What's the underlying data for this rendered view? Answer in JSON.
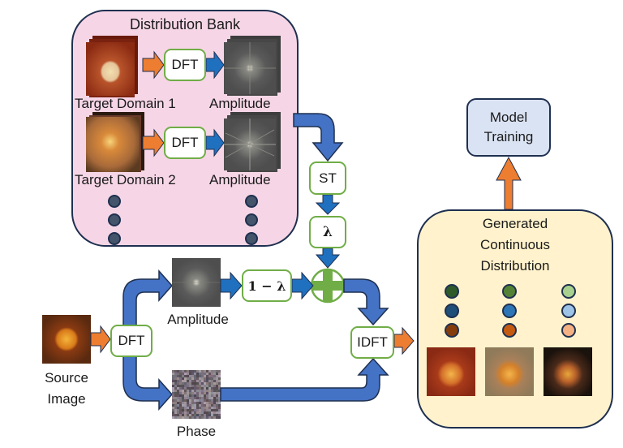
{
  "bank": {
    "title": "Distribution Bank",
    "rows": [
      {
        "input_label": "Target Domain 1",
        "op": "DFT",
        "output_label": "Amplitude"
      },
      {
        "input_label": "Target Domain 2",
        "op": "DFT",
        "output_label": "Amplitude"
      }
    ]
  },
  "pipeline": {
    "st": "ST",
    "lambda": "λ",
    "one_minus_lambda": "1 − λ",
    "source_label_line1": "Source",
    "source_label_line2": "Image",
    "source_op": "DFT",
    "amplitude_label": "Amplitude",
    "phase_label": "Phase",
    "inverse_op": "IDFT"
  },
  "output": {
    "title_line1": "Generated",
    "title_line2": "Continuous",
    "title_line3": "Distribution",
    "dot_columns": [
      [
        "#2e5a2a",
        "#1f4e79",
        "#843c0c"
      ],
      [
        "#548235",
        "#2e75b6",
        "#c55a11"
      ],
      [
        "#a9d18e",
        "#9dc3e6",
        "#f4b183"
      ]
    ]
  },
  "training": {
    "line1": "Model",
    "line2": "Training"
  },
  "colors": {
    "bank_bg": "#f6d6e6",
    "output_bg": "#fff2cc",
    "training_bg": "#dae3f3",
    "node_border": "#70ad47",
    "flow_blue": "#4472c4",
    "arrow_blue": "#2070c0",
    "arrow_orange": "#ed7d31",
    "dot_navy": "#44546a"
  }
}
